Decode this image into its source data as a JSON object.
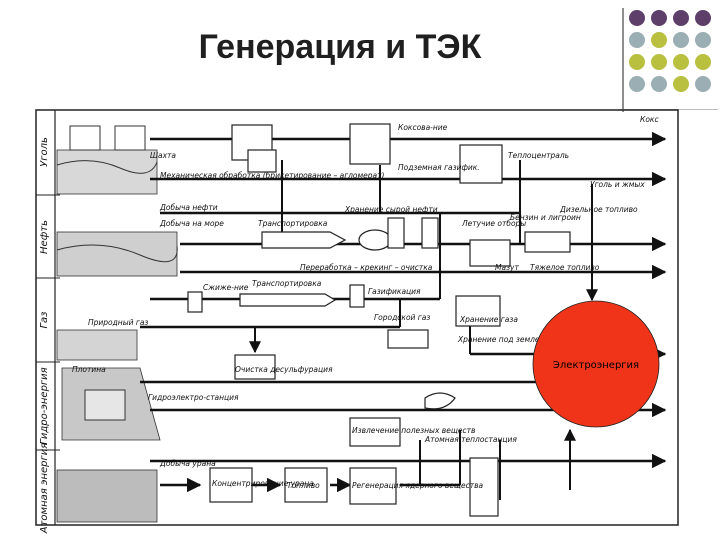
{
  "slide": {
    "title": "Генерация и ТЭК"
  },
  "colors": {
    "accent_purple": "#5d3f6a",
    "accent_olive": "#b9bf3e",
    "accent_gray": "#9aaeb3",
    "electricity_fill": "#f0341a"
  },
  "diagram": {
    "electricity": "Электроэнергия",
    "rows": {
      "coal": "Уголь",
      "oil": "Нефть",
      "gas": "Газ",
      "hydro": "Гидро-энергия",
      "atomic": "Атомная энергия"
    },
    "labels": {
      "koks": "Кокс",
      "koksovanie": "Коксова-ние",
      "podzemnaya_gazifikaciya": "Подземная газифик.",
      "teplocentral": "Теплоцентраль",
      "ugol_zhmyh": "Уголь и жмых",
      "shahta": "Шахта",
      "mehanicheskaya_obrabotka": "Механическая обработка (брикетирование – агломерат)",
      "dobycha_nefti": "Добыча нефти",
      "dobycha_na_more": "Добыча на море",
      "transportirovka_1": "Транспортировка",
      "transportirovka_2": "Транспортировка",
      "hranenie_syroy_nefti": "Хранение сырой нефти",
      "letuchie_otbory": "Летучие отборы",
      "benzin": "Бензин и лигроин",
      "dizelnoe_toplivo": "Дизельное топливо",
      "mazut": "Мазут",
      "tyazhelye_toplivo": "Тяжелое топливо",
      "pererabotka_kreking": "Переработка – крекинг – очистка",
      "szhizhenie": "Сжиже-ние",
      "gazifikaciya": "Газификация",
      "prirodnyy_gaz": "Природный газ",
      "hranenie_gaza": "Хранение газа",
      "gorodskoy_gaz": "Городской газ",
      "ochistka_desulfuraciya": "Очистка десульфурация",
      "hranenie_pod_zemley": "Хранение под землей",
      "gidroelektrostanciya": "Гидроэлектро-станция",
      "plotina": "Плотина",
      "izvlechenie_poleznyh_veshchestv": "Извлечение полезных веществ",
      "atomnaya_teplostanciya": "Атомная теплостанция",
      "dobycha_urana": "Добыча урана",
      "koncentrirovanie": "Концентрирование урана",
      "toplivo": "Топливо",
      "regeneraciya": "Регенерация ядерного вещества"
    }
  }
}
